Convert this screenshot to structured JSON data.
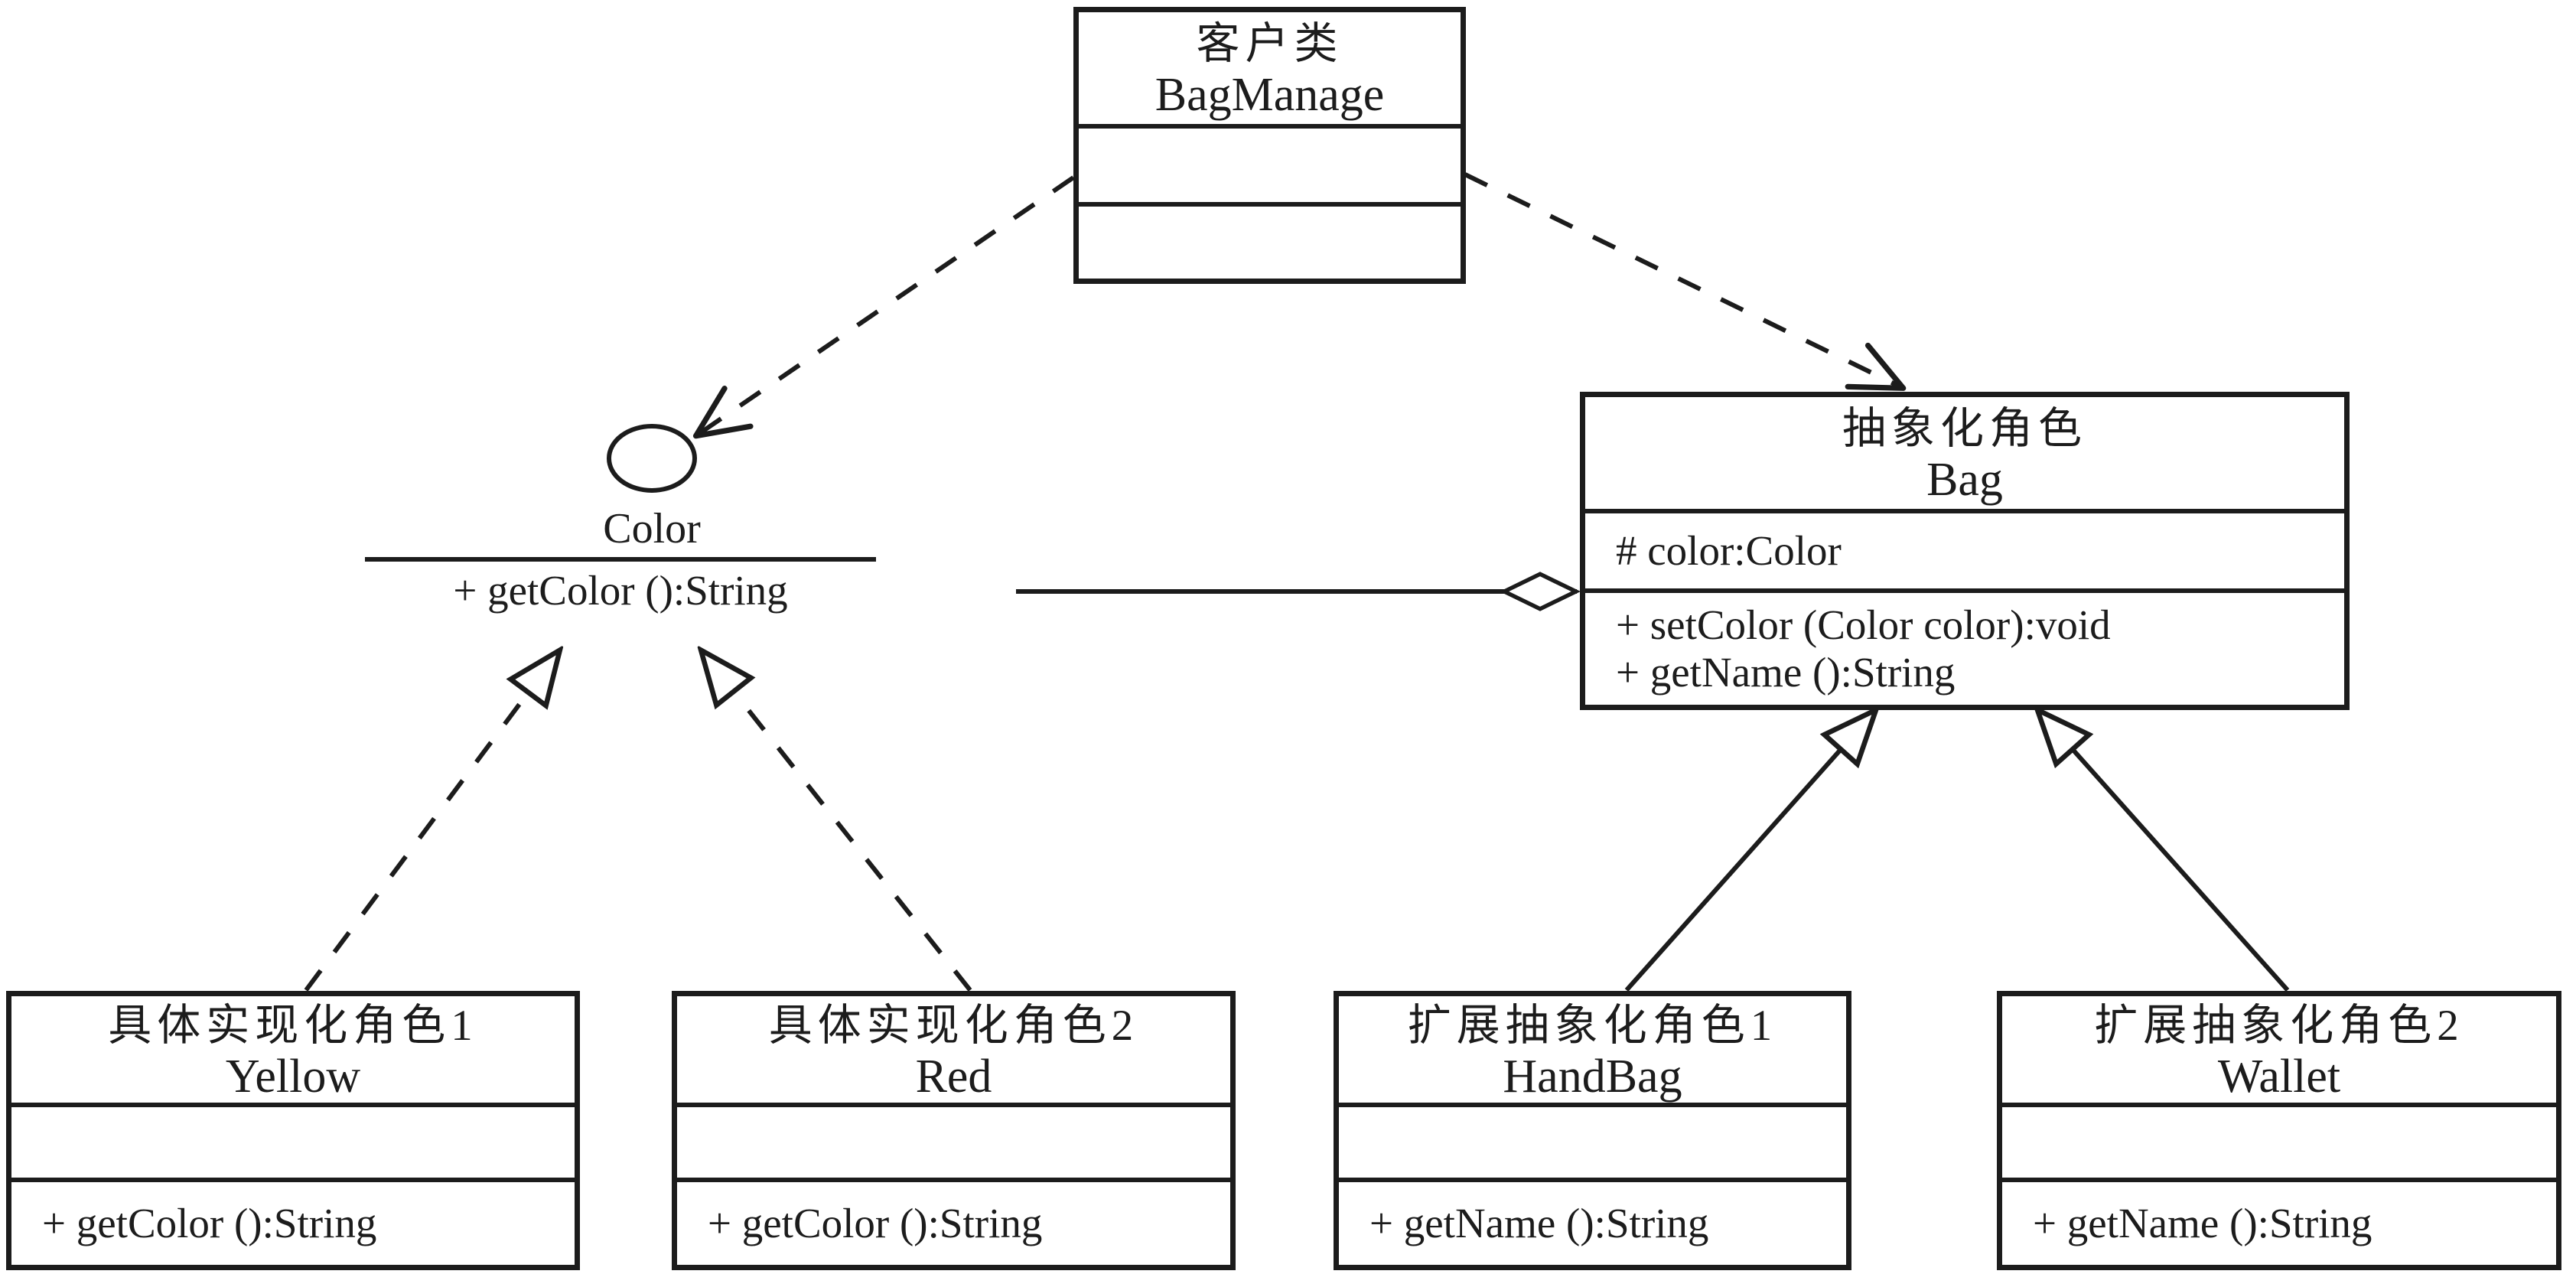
{
  "colors": {
    "stroke": "#1c1c1c",
    "background": "#ffffff"
  },
  "interface": {
    "name": "Color",
    "method": "+ getColor ():String"
  },
  "classes": {
    "client": {
      "name_zh": "客户类",
      "name_en": "BagManage",
      "attributes": [],
      "methods": []
    },
    "bag": {
      "name_zh": "抽象化角色",
      "name_en": "Bag",
      "attributes": [
        "# color:Color"
      ],
      "methods": [
        "+ setColor (Color color):void",
        "+ getName ():String"
      ]
    },
    "yellow": {
      "name_zh": "具体实现化角色1",
      "name_en": "Yellow",
      "methods": [
        "+ getColor ():String"
      ]
    },
    "red": {
      "name_zh": "具体实现化角色2",
      "name_en": "Red",
      "methods": [
        "+ getColor ():String"
      ]
    },
    "handbag": {
      "name_zh": "扩展抽象化角色1",
      "name_en": "HandBag",
      "methods": [
        "+ getName ():String"
      ]
    },
    "wallet": {
      "name_zh": "扩展抽象化角色2",
      "name_en": "Wallet",
      "methods": [
        "+ getName ():String"
      ]
    }
  },
  "relationships": [
    {
      "type": "dependency",
      "from": "client",
      "to": "color-interface",
      "style": "dashed-open-arrow"
    },
    {
      "type": "dependency",
      "from": "client",
      "to": "bag",
      "style": "dashed-open-arrow"
    },
    {
      "type": "aggregation",
      "from": "color-interface",
      "to": "bag",
      "style": "solid-hollow-diamond"
    },
    {
      "type": "realization",
      "from": "yellow",
      "to": "color-interface",
      "style": "dashed-hollow-triangle"
    },
    {
      "type": "realization",
      "from": "red",
      "to": "color-interface",
      "style": "dashed-hollow-triangle"
    },
    {
      "type": "generalization",
      "from": "handbag",
      "to": "bag",
      "style": "solid-hollow-triangle"
    },
    {
      "type": "generalization",
      "from": "wallet",
      "to": "bag",
      "style": "solid-hollow-triangle"
    }
  ]
}
